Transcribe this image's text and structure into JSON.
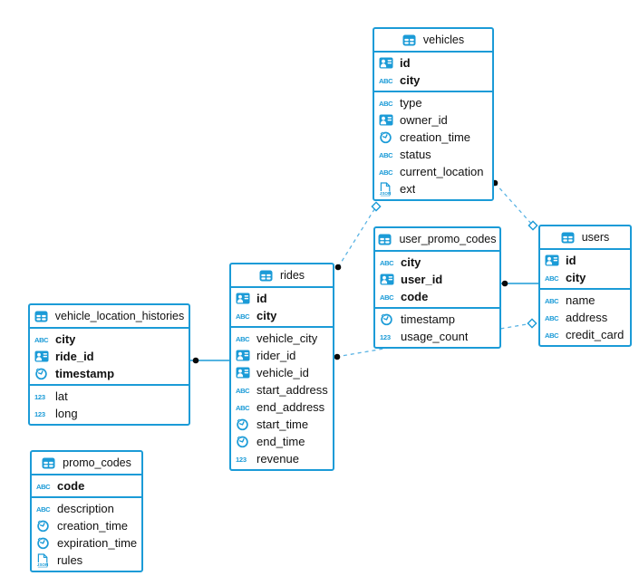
{
  "diagram": {
    "colors": {
      "accent": "#1b9bd7",
      "dashed_line": "#5cb4e4",
      "connector_dot": "#0a0a0a",
      "text": "#111111",
      "background": "#ffffff"
    },
    "icon_names": {
      "table": "table-grid-icon",
      "uuid": "id-badge-icon",
      "string": "abc-text-icon",
      "time": "clock-icon",
      "number": "123-text-icon",
      "json": "json-document-icon"
    },
    "tables": [
      {
        "name": "vehicles",
        "fields": [
          {
            "name": "id",
            "type": "uuid",
            "pk": true
          },
          {
            "name": "city",
            "type": "string",
            "pk": true
          },
          {
            "name": "type",
            "type": "string",
            "pk": false
          },
          {
            "name": "owner_id",
            "type": "uuid",
            "pk": false
          },
          {
            "name": "creation_time",
            "type": "time",
            "pk": false
          },
          {
            "name": "status",
            "type": "string",
            "pk": false
          },
          {
            "name": "current_location",
            "type": "string",
            "pk": false
          },
          {
            "name": "ext",
            "type": "json",
            "pk": false
          }
        ]
      },
      {
        "name": "user_promo_codes",
        "fields": [
          {
            "name": "city",
            "type": "string",
            "pk": true
          },
          {
            "name": "user_id",
            "type": "uuid",
            "pk": true
          },
          {
            "name": "code",
            "type": "string",
            "pk": true
          },
          {
            "name": "timestamp",
            "type": "time",
            "pk": false
          },
          {
            "name": "usage_count",
            "type": "number",
            "pk": false
          }
        ]
      },
      {
        "name": "users",
        "fields": [
          {
            "name": "id",
            "type": "uuid",
            "pk": true
          },
          {
            "name": "city",
            "type": "string",
            "pk": true
          },
          {
            "name": "name",
            "type": "string",
            "pk": false
          },
          {
            "name": "address",
            "type": "string",
            "pk": false
          },
          {
            "name": "credit_card",
            "type": "string",
            "pk": false
          }
        ]
      },
      {
        "name": "rides",
        "fields": [
          {
            "name": "id",
            "type": "uuid",
            "pk": true
          },
          {
            "name": "city",
            "type": "string",
            "pk": true
          },
          {
            "name": "vehicle_city",
            "type": "string",
            "pk": false
          },
          {
            "name": "rider_id",
            "type": "uuid",
            "pk": false
          },
          {
            "name": "vehicle_id",
            "type": "uuid",
            "pk": false
          },
          {
            "name": "start_address",
            "type": "string",
            "pk": false
          },
          {
            "name": "end_address",
            "type": "string",
            "pk": false
          },
          {
            "name": "start_time",
            "type": "time",
            "pk": false
          },
          {
            "name": "end_time",
            "type": "time",
            "pk": false
          },
          {
            "name": "revenue",
            "type": "number",
            "pk": false
          }
        ]
      },
      {
        "name": "vehicle_location_histories",
        "fields": [
          {
            "name": "city",
            "type": "string",
            "pk": true
          },
          {
            "name": "ride_id",
            "type": "uuid",
            "pk": true
          },
          {
            "name": "timestamp",
            "type": "time",
            "pk": true
          },
          {
            "name": "lat",
            "type": "number",
            "pk": false
          },
          {
            "name": "long",
            "type": "number",
            "pk": false
          }
        ]
      },
      {
        "name": "promo_codes",
        "fields": [
          {
            "name": "code",
            "type": "string",
            "pk": true
          },
          {
            "name": "description",
            "type": "string",
            "pk": false
          },
          {
            "name": "creation_time",
            "type": "time",
            "pk": false
          },
          {
            "name": "expiration_time",
            "type": "time",
            "pk": false
          },
          {
            "name": "rules",
            "type": "json",
            "pk": false
          }
        ]
      }
    ],
    "relations": [
      {
        "from": "rides",
        "to": "vehicles",
        "style": "dashed",
        "from_end": "dot",
        "to_end": "diamond"
      },
      {
        "from": "vehicles",
        "to": "users",
        "style": "dashed",
        "from_end": "dot",
        "to_end": "diamond"
      },
      {
        "from": "rides",
        "to": "users",
        "style": "dashed",
        "from_end": "dot",
        "to_end": "diamond"
      },
      {
        "from": "user_promo_codes",
        "to": "users",
        "style": "solid",
        "from_end": "dot",
        "to_end": "plain"
      },
      {
        "from": "vehicle_location_histories",
        "to": "rides",
        "style": "solid",
        "from_end": "dot",
        "to_end": "plain"
      }
    ]
  }
}
